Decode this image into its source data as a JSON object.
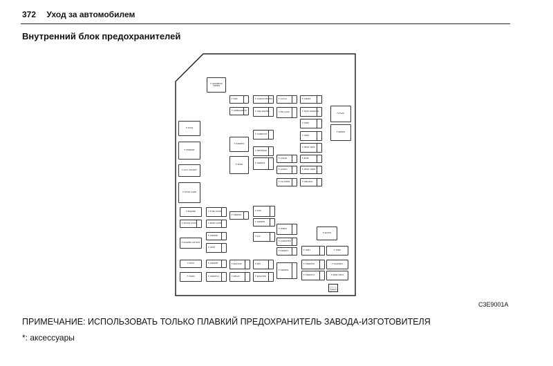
{
  "header": {
    "page_number": "372",
    "section_title": "Уход за автомобилем"
  },
  "page_title": "Внутренний блок предохранителей",
  "diagram": {
    "image_code": "C3E9001A",
    "fuses": [
      {
        "label": "F-IGN/REAR WIPER"
      },
      {
        "label": "F-FAN"
      },
      {
        "label": "F-AUDIO/HEATED"
      },
      {
        "label": "F-ACC/A"
      },
      {
        "label": "F-SPARE"
      },
      {
        "label": "F-AIRBAG/BCM"
      },
      {
        "label": "F-IGN SW/DRL"
      },
      {
        "label": "F-DR LOCK"
      },
      {
        "label": "F-PWR WINDOW"
      },
      {
        "label": "F-HVAC"
      },
      {
        "label": "F-SDM"
      },
      {
        "label": "F-WIPER"
      },
      {
        "label": "F-DIAG"
      },
      {
        "label": "F-SUNROOF"
      },
      {
        "label": "F-IGN3"
      },
      {
        "label": "F-MIRROR"
      },
      {
        "label": "F-SPARE2"
      },
      {
        "label": "F-INTERIOR"
      },
      {
        "label": "F-HEAT SEAT"
      },
      {
        "label": "F-CIGAR"
      },
      {
        "label": "F-BCM"
      },
      {
        "label": "F-TPMS"
      },
      {
        "label": "F-SPARE3"
      },
      {
        "label": "F-AUDIO"
      },
      {
        "label": "F-HEAT WIRE"
      },
      {
        "label": "F-ACC SOCKET"
      },
      {
        "label": "F-CLUSTER"
      },
      {
        "label": "F-ABS/ESC"
      },
      {
        "label": "F-STOP LAMP"
      },
      {
        "label": "F-ENGINE"
      },
      {
        "label": "F-FUEL PUMP"
      },
      {
        "label": "F-SPARE4"
      },
      {
        "label": "F-TCM"
      },
      {
        "label": "F-DOOR LOCK"
      },
      {
        "label": "F-PARK LAMP"
      },
      {
        "label": "F-SPARE5"
      },
      {
        "label": "F-HORN"
      },
      {
        "label": "F-RADIO"
      },
      {
        "label": "F-SPARE6"
      },
      {
        "label": "F-A/C"
      },
      {
        "label": "F-CANISTER"
      },
      {
        "label": "F-POWER OUTLET"
      },
      {
        "label": "F-SEAT"
      },
      {
        "label": "F-SPARE7"
      },
      {
        "label": "F-IGN1"
      },
      {
        "label": "F-IGN2"
      },
      {
        "label": "F-ECM"
      },
      {
        "label": "F-SPARE8"
      },
      {
        "label": "F-BACKUP"
      },
      {
        "label": "F-KEY"
      },
      {
        "label": "F-SPARE9"
      },
      {
        "label": "F-SPARE10"
      },
      {
        "label": "F-HAZARD"
      },
      {
        "label": "F-TURN"
      },
      {
        "label": "F-SPARE11"
      },
      {
        "label": "F-RELAY"
      },
      {
        "label": "F-WASHER"
      },
      {
        "label": "F-SPARE12"
      },
      {
        "label": "F-PWR SEAT"
      }
    ]
  },
  "note": "ПРИМЕЧАНИЕ: ИСПОЛЬЗОВАТЬ ТОЛЬКО ПЛАВКИЙ ПРЕДОХРАНИТЕЛЬ ЗАВОДА-ИЗГОТОВИТЕЛЯ",
  "footnote": "*: аксессуары"
}
